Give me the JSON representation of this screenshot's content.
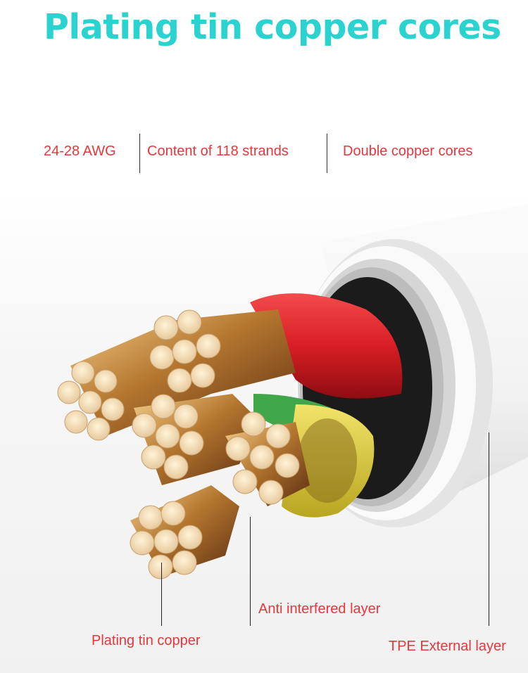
{
  "title": "Plating tin copper cores",
  "specs": [
    {
      "label": "24-28 AWG"
    },
    {
      "label": "Content of 118 strands"
    },
    {
      "label": "Double copper cores"
    }
  ],
  "callouts": {
    "plating": "Plating tin copper",
    "anti": "Anti interfered layer",
    "tpe": "TPE External layer"
  },
  "colors": {
    "title": "#2ad3d0",
    "label": "#e8373c",
    "copper": "#c08a4a",
    "red_wire": "#d81e24",
    "yellow_wire": "#e0d23c",
    "green_wire": "#3fa64a",
    "jacket": "#f4f4f4"
  }
}
